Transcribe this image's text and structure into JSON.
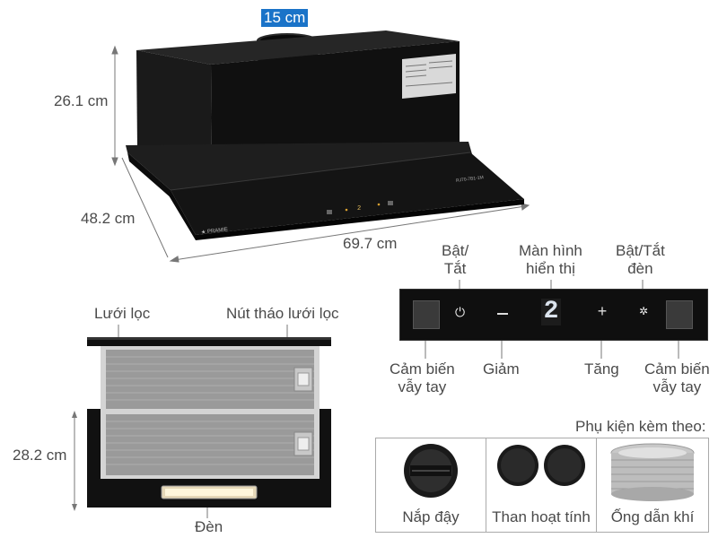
{
  "dimensions": {
    "duct": "15 cm",
    "height": "26.1 cm",
    "depth": "48.2 cm",
    "width": "69.7 cm",
    "filter_height": "28.2 cm"
  },
  "product": {
    "brand": "★ PRAMIE",
    "model": "RJ70-7B1-1M",
    "display_digit": "2"
  },
  "controls": {
    "power_label": "Bật/\nTắt",
    "display_label": "Màn hình\nhiển thị",
    "light_label": "Bật/Tắt\nđèn",
    "sensor_left_label": "Cảm biến\nvẫy tay",
    "minus_label": "Giảm",
    "plus_label": "Tăng",
    "sensor_right_label": "Cảm biến\nvẫy tay",
    "panel_digit": "2"
  },
  "filter_view": {
    "filter_label": "Lưới lọc",
    "release_label": "Nút tháo lưới lọc",
    "lamp_label": "Đèn"
  },
  "accessories": {
    "title": "Phụ kiện kèm theo:",
    "items": [
      "Nắp đậy",
      "Than hoạt tính",
      "Ống dẫn khí"
    ]
  },
  "colors": {
    "badge": "#1a73c8",
    "hood": "#151515",
    "text": "#4a4a4a"
  }
}
